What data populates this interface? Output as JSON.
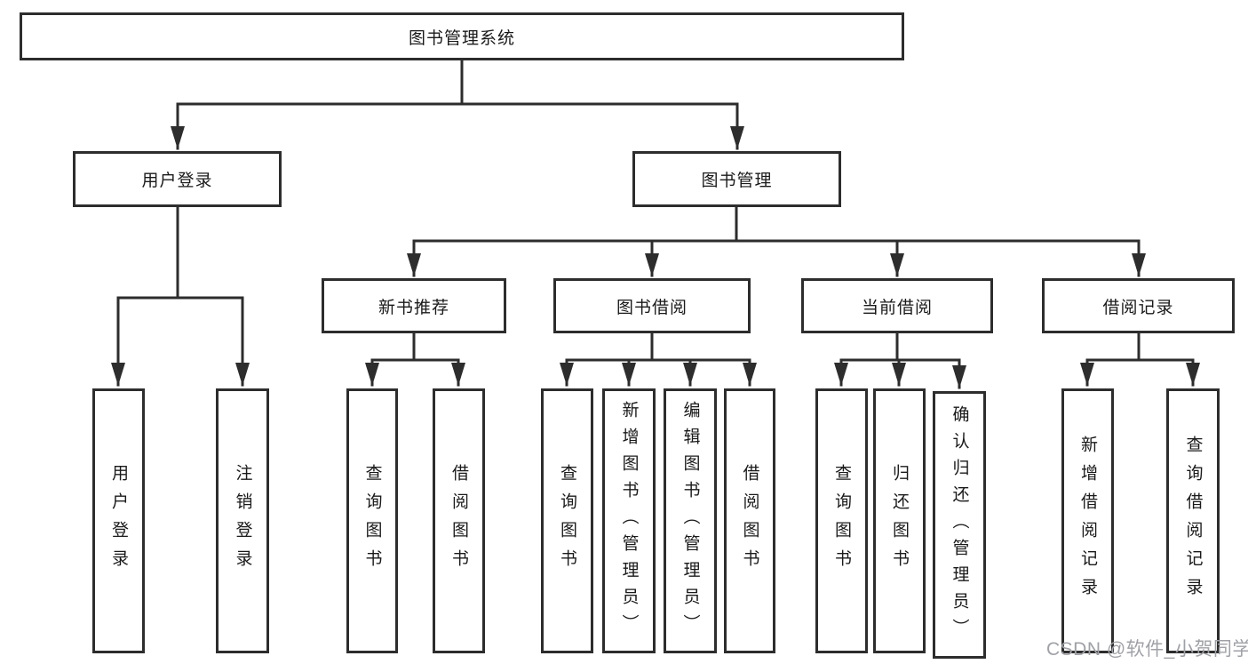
{
  "tree": {
    "root": {
      "label": "图书管理系统",
      "children": [
        {
          "label": "用户登录",
          "children": [
            {
              "label": "用户登录"
            },
            {
              "label": "注销登录"
            }
          ]
        },
        {
          "label": "图书管理",
          "children": [
            {
              "label": "新书推荐",
              "children": [
                {
                  "label": "查询图书"
                },
                {
                  "label": "借阅图书"
                }
              ]
            },
            {
              "label": "图书借阅",
              "children": [
                {
                  "label": "查询图书"
                },
                {
                  "label": "新增图书（管理员）"
                },
                {
                  "label": "编辑图书（管理员）"
                },
                {
                  "label": "借阅图书"
                }
              ]
            },
            {
              "label": "当前借阅",
              "children": [
                {
                  "label": "查询图书"
                },
                {
                  "label": "归还图书"
                },
                {
                  "label": "确认归还（管理员）"
                }
              ]
            },
            {
              "label": "借阅记录",
              "children": [
                {
                  "label": "新增借阅记录"
                },
                {
                  "label": "查询借阅记录"
                }
              ]
            }
          ]
        }
      ]
    }
  },
  "watermark": "CSDN @软件_小贺同学",
  "colors": {
    "line": "#2d2d2d",
    "text": "#1a1a1a",
    "watermark": "#9fa1a6",
    "background": "#ffffff"
  }
}
